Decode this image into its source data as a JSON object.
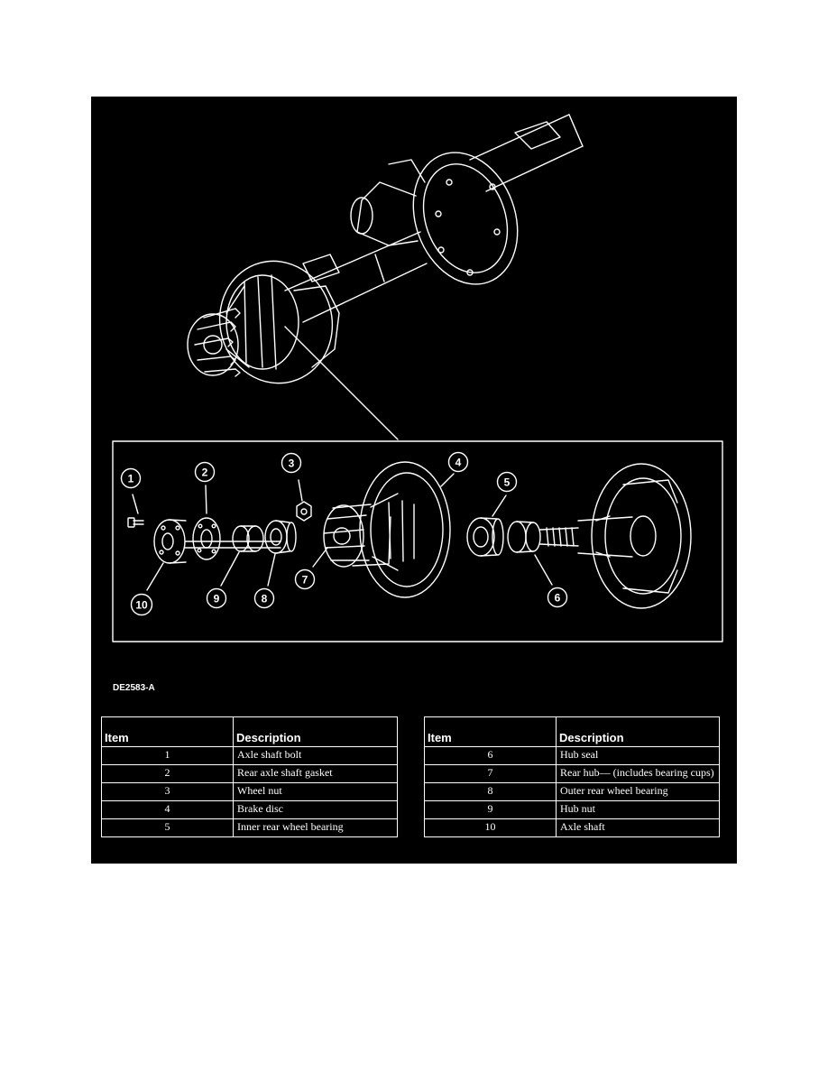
{
  "figure": {
    "code": "DE2583-A",
    "callouts": [
      "1",
      "2",
      "3",
      "4",
      "5",
      "6",
      "7",
      "8",
      "9",
      "10"
    ]
  },
  "tables": [
    {
      "headers": [
        "Item",
        "Description"
      ],
      "rows": [
        {
          "item": "1",
          "description": "Axle shaft bolt"
        },
        {
          "item": "2",
          "description": "Rear axle shaft gasket"
        },
        {
          "item": "3",
          "description": "Wheel nut"
        },
        {
          "item": "4",
          "description": "Brake disc"
        },
        {
          "item": "5",
          "description": "Inner rear wheel bearing"
        }
      ]
    },
    {
      "headers": [
        "Item",
        "Description"
      ],
      "rows": [
        {
          "item": "6",
          "description": "Hub seal"
        },
        {
          "item": "7",
          "description": "Rear hub— (includes bearing cups)"
        },
        {
          "item": "8",
          "description": "Outer rear wheel bearing"
        },
        {
          "item": "9",
          "description": "Hub nut"
        },
        {
          "item": "10",
          "description": "Axle shaft"
        }
      ]
    }
  ],
  "colors": {
    "background": "#000000",
    "line": "#ffffff"
  }
}
